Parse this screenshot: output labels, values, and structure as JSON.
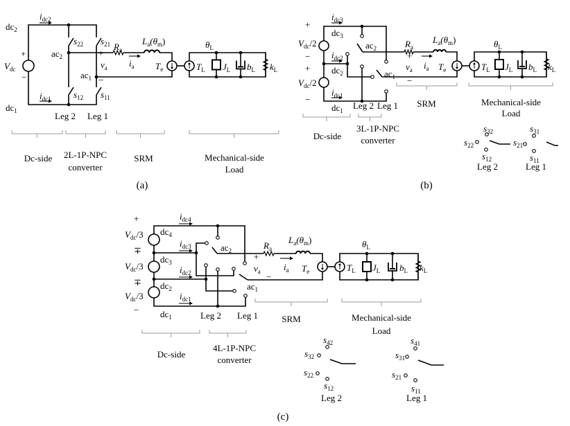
{
  "panels": {
    "a": {
      "labels": {
        "idc2": [
          {
            "t": "i"
          },
          {
            "t": "dc2",
            "sub": true
          }
        ],
        "dc2": [
          {
            "t": "dc"
          },
          {
            "t": "2",
            "sub": true
          }
        ],
        "s22": [
          {
            "t": "s"
          },
          {
            "t": "22",
            "sub": true
          }
        ],
        "s21": [
          {
            "t": "s"
          },
          {
            "t": "21",
            "sub": true
          }
        ],
        "ac2": [
          {
            "t": "ac"
          },
          {
            "t": "2",
            "sub": true
          }
        ],
        "Vdc": [
          {
            "t": "V"
          },
          {
            "t": "dc",
            "sub": true
          }
        ],
        "plus": "+",
        "minus": "−",
        "va_plus": "+",
        "va": [
          {
            "t": "v"
          },
          {
            "t": "a",
            "sub": true
          }
        ],
        "va_minus": "−",
        "ia": [
          {
            "t": "i"
          },
          {
            "t": "a",
            "sub": true
          }
        ],
        "Ra": [
          {
            "t": "R"
          },
          {
            "t": "a",
            "sub": true
          }
        ],
        "La": [
          {
            "t": "L"
          },
          {
            "t": "a",
            "sub": true
          },
          {
            "t": "(θ"
          },
          {
            "t": "m",
            "sub": true
          },
          {
            "t": ")"
          }
        ],
        "Te": [
          {
            "t": "T"
          },
          {
            "t": "e",
            "sub": true
          }
        ],
        "ac1": [
          {
            "t": "ac"
          },
          {
            "t": "1",
            "sub": true
          }
        ],
        "thetaL": [
          {
            "t": "θ"
          },
          {
            "t": "L",
            "sub": true
          }
        ],
        "TL": [
          {
            "t": "T"
          },
          {
            "t": "L",
            "sub": true
          }
        ],
        "JL": [
          {
            "t": "J"
          },
          {
            "t": "L",
            "sub": true
          }
        ],
        "bL": [
          {
            "t": "b"
          },
          {
            "t": "L",
            "sub": true
          }
        ],
        "kL": [
          {
            "t": "k"
          },
          {
            "t": "L",
            "sub": true
          }
        ],
        "idc1": [
          {
            "t": "i"
          },
          {
            "t": "dc1",
            "sub": true
          }
        ],
        "s12": [
          {
            "t": "s"
          },
          {
            "t": "12",
            "sub": true
          }
        ],
        "s11": [
          {
            "t": "s"
          },
          {
            "t": "11",
            "sub": true
          }
        ],
        "dc1": [
          {
            "t": "dc"
          },
          {
            "t": "1",
            "sub": true
          }
        ],
        "leg2": "Leg 2",
        "leg1": "Leg 1"
      },
      "groups": {
        "dc_side": "Dc-side",
        "conv1": "2L-1P-NPC",
        "conv2": "converter",
        "srm": "SRM",
        "mech1": "Mechanical-side",
        "mech2": "Load"
      },
      "caption": "(a)"
    },
    "b": {
      "labels": {
        "plus_top": "+",
        "idc3": [
          {
            "t": "i"
          },
          {
            "t": "dc3",
            "sub": true
          }
        ],
        "dc3": [
          {
            "t": "dc"
          },
          {
            "t": "3",
            "sub": true
          }
        ],
        "Vdc_top": [
          {
            "t": "V"
          },
          {
            "t": "dc",
            "sub": true
          },
          {
            "t": "/2"
          }
        ],
        "minus_mid": "−",
        "plus_mid": "+",
        "idc2": [
          {
            "t": "i"
          },
          {
            "t": "dc2",
            "sub": true
          }
        ],
        "dc2": [
          {
            "t": "dc"
          },
          {
            "t": "2",
            "sub": true
          }
        ],
        "Vdc_bot": [
          {
            "t": "V"
          },
          {
            "t": "dc",
            "sub": true
          },
          {
            "t": "/2"
          }
        ],
        "idc1": [
          {
            "t": "i"
          },
          {
            "t": "dc1",
            "sub": true
          }
        ],
        "minus_bot": "−",
        "dc1": [
          {
            "t": "dc"
          },
          {
            "t": "1",
            "sub": true
          }
        ],
        "ac2": [
          {
            "t": "ac"
          },
          {
            "t": "2",
            "sub": true
          }
        ],
        "ac1": [
          {
            "t": "ac"
          },
          {
            "t": "1",
            "sub": true
          }
        ],
        "Ra": [
          {
            "t": "R"
          },
          {
            "t": "a",
            "sub": true
          }
        ],
        "va_plus": "+",
        "va": [
          {
            "t": "v"
          },
          {
            "t": "a",
            "sub": true
          }
        ],
        "va_minus": "−",
        "ia": [
          {
            "t": "i"
          },
          {
            "t": "a",
            "sub": true
          }
        ],
        "Te": [
          {
            "t": "T"
          },
          {
            "t": "e",
            "sub": true
          }
        ],
        "La": [
          {
            "t": "L"
          },
          {
            "t": "a",
            "sub": true
          },
          {
            "t": "(θ"
          },
          {
            "t": "m",
            "sub": true
          },
          {
            "t": ")"
          }
        ],
        "thetaL": [
          {
            "t": "θ"
          },
          {
            "t": "L",
            "sub": true
          }
        ],
        "TL": [
          {
            "t": "T"
          },
          {
            "t": "L",
            "sub": true
          }
        ],
        "JL": [
          {
            "t": "J"
          },
          {
            "t": "L",
            "sub": true
          }
        ],
        "bL": [
          {
            "t": "b"
          },
          {
            "t": "L",
            "sub": true
          }
        ],
        "kL": [
          {
            "t": "k"
          },
          {
            "t": "L",
            "sub": true
          }
        ],
        "leg2": "Leg 2",
        "leg1": "Leg 1"
      },
      "groups": {
        "dc_side": "Dc-side",
        "conv1": "3L-1P-NPC",
        "conv2": "converter",
        "srm": "SRM",
        "mech1": "Mechanical-side",
        "mech2": "Load"
      },
      "legend": {
        "s32": [
          {
            "t": "s"
          },
          {
            "t": "32",
            "sub": true
          }
        ],
        "s22": [
          {
            "t": "s"
          },
          {
            "t": "22",
            "sub": true
          }
        ],
        "s12": [
          {
            "t": "s"
          },
          {
            "t": "12",
            "sub": true
          }
        ],
        "leg2": "Leg 2",
        "s31": [
          {
            "t": "s"
          },
          {
            "t": "31",
            "sub": true
          }
        ],
        "s21": [
          {
            "t": "s"
          },
          {
            "t": "21",
            "sub": true
          }
        ],
        "s11": [
          {
            "t": "s"
          },
          {
            "t": "11",
            "sub": true
          }
        ],
        "leg1": "Leg 1"
      },
      "caption": "(b)"
    },
    "c": {
      "labels": {
        "plus_top": "+",
        "Vdc_1": [
          {
            "t": "V"
          },
          {
            "t": "dc",
            "sub": true
          },
          {
            "t": "/3"
          }
        ],
        "dc4": [
          {
            "t": "dc"
          },
          {
            "t": "4",
            "sub": true
          }
        ],
        "idc4": [
          {
            "t": "i"
          },
          {
            "t": "dc4",
            "sub": true
          }
        ],
        "idc3": [
          {
            "t": "i"
          },
          {
            "t": "dc3",
            "sub": true
          }
        ],
        "mp1": "∓",
        "dc3": [
          {
            "t": "dc"
          },
          {
            "t": "3",
            "sub": true
          }
        ],
        "Vdc_2": [
          {
            "t": "V"
          },
          {
            "t": "dc",
            "sub": true
          },
          {
            "t": "/3"
          }
        ],
        "idc2": [
          {
            "t": "i"
          },
          {
            "t": "dc2",
            "sub": true
          }
        ],
        "mp2": "∓",
        "dc2": [
          {
            "t": "dc"
          },
          {
            "t": "2",
            "sub": true
          }
        ],
        "Vdc_3": [
          {
            "t": "V"
          },
          {
            "t": "dc",
            "sub": true
          },
          {
            "t": "/3"
          }
        ],
        "idc1": [
          {
            "t": "i"
          },
          {
            "t": "dc1",
            "sub": true
          }
        ],
        "minus_bot": "−",
        "dc1": [
          {
            "t": "dc"
          },
          {
            "t": "1",
            "sub": true
          }
        ],
        "ac2": [
          {
            "t": "ac"
          },
          {
            "t": "2",
            "sub": true
          }
        ],
        "ac1": [
          {
            "t": "ac"
          },
          {
            "t": "1",
            "sub": true
          }
        ],
        "va_plus": "+",
        "va": [
          {
            "t": "v"
          },
          {
            "t": "a",
            "sub": true
          }
        ],
        "va_minus": "−",
        "ia": [
          {
            "t": "i"
          },
          {
            "t": "a",
            "sub": true
          }
        ],
        "Te": [
          {
            "t": "T"
          },
          {
            "t": "e",
            "sub": true
          }
        ],
        "Ra": [
          {
            "t": "R"
          },
          {
            "t": "a",
            "sub": true
          }
        ],
        "La": [
          {
            "t": "L"
          },
          {
            "t": "a",
            "sub": true
          },
          {
            "t": "(θ"
          },
          {
            "t": "m",
            "sub": true
          },
          {
            "t": ")"
          }
        ],
        "thetaL": [
          {
            "t": "θ"
          },
          {
            "t": "L",
            "sub": true
          }
        ],
        "TL": [
          {
            "t": "T"
          },
          {
            "t": "L",
            "sub": true
          }
        ],
        "JL": [
          {
            "t": "J"
          },
          {
            "t": "L",
            "sub": true
          }
        ],
        "bL": [
          {
            "t": "b"
          },
          {
            "t": "L",
            "sub": true
          }
        ],
        "kL": [
          {
            "t": "k"
          },
          {
            "t": "L",
            "sub": true
          }
        ],
        "leg2": "Leg 2",
        "leg1": "Leg 1"
      },
      "groups": {
        "dc_side": "Dc-side",
        "conv1": "4L-1P-NPC",
        "conv2": "converter",
        "srm": "SRM",
        "mech1": "Mechanical-side",
        "mech2": "Load"
      },
      "legend": {
        "s42": [
          {
            "t": "s"
          },
          {
            "t": "42",
            "sub": true
          }
        ],
        "s32": [
          {
            "t": "s"
          },
          {
            "t": "32",
            "sub": true
          }
        ],
        "s22": [
          {
            "t": "s"
          },
          {
            "t": "22",
            "sub": true
          }
        ],
        "s12": [
          {
            "t": "s"
          },
          {
            "t": "12",
            "sub": true
          }
        ],
        "leg2": "Leg 2",
        "s41": [
          {
            "t": "s"
          },
          {
            "t": "41",
            "sub": true
          }
        ],
        "s31": [
          {
            "t": "s"
          },
          {
            "t": "31",
            "sub": true
          }
        ],
        "s21": [
          {
            "t": "s"
          },
          {
            "t": "21",
            "sub": true
          }
        ],
        "s11": [
          {
            "t": "s"
          },
          {
            "t": "11",
            "sub": true
          }
        ],
        "leg1": "Leg 1"
      },
      "caption": "(c)"
    }
  }
}
